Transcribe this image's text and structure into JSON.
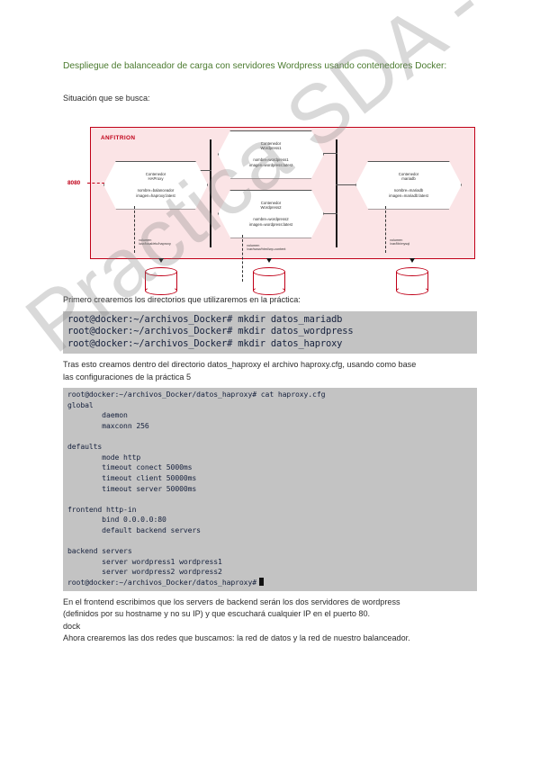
{
  "watermark": {
    "text": "Practica SDA - Wuolah"
  },
  "document": {
    "title": "Despliegue de balanceador de carga con servidores Wordpress usando contenedores Docker:",
    "intro_line": "Situación que se busca:",
    "para_before_mkdir": "Primero crearemos los directorios que utilizaremos en la práctica:",
    "para_after_mkdir_1": "Tras esto creamos dentro del directorio datos_haproxy el archivo haproxy.cfg, usando como base",
    "para_after_mkdir_2": "las configuraciones de la práctica 5",
    "para_end_1": "En el frontend escribimos que los servers de backend serán los dos servidores de wordpress",
    "para_end_2": "(definidos por su hostname y no su IP) y que escuchará cualquier IP en el puerto 80.",
    "para_end_3": "dock",
    "para_end_4": "Ahora crearemos las dos redes que buscamos: la red de datos y la red de nuestro balanceador."
  },
  "diagram": {
    "host_label": "ANFITRION",
    "port_label": "8080",
    "containers": [
      {
        "title_line1": "Contenedor",
        "title_line2": "HAProxy",
        "attr_name": "nombre=balanceador",
        "attr_image": "imagen=haproxy:latest"
      },
      {
        "title_line1": "Contenedor",
        "title_line2": "Wordpress1",
        "attr_name": "nombre=wordpress1",
        "attr_image": "imagen=wordpress:latest"
      },
      {
        "title_line1": "Contenedor",
        "title_line2": "Wordpress2",
        "attr_name": "nombre=wordpress2",
        "attr_image": "imagen=wordpress:latest"
      },
      {
        "title_line1": "Contenedor",
        "title_line2": "mariadb",
        "attr_name": "nombre=mariadb",
        "attr_image": "imagen=mariadb:latest"
      }
    ],
    "volumes": [
      {
        "note_line1": "volumen",
        "note_line2": "/usr/local/etc/haproxy"
      },
      {
        "note_line1": "volumen",
        "note_line2": "/var/www/html/wp-content"
      },
      {
        "note_line1": "volumen",
        "note_line2": "/var/lib/mysql"
      }
    ]
  },
  "terminal_mkdir": {
    "lines": [
      "root@docker:~/archivos_Docker# mkdir datos_mariadb",
      "root@docker:~/archivos_Docker# mkdir datos_wordpress",
      "root@docker:~/archivos_Docker# mkdir datos_haproxy"
    ]
  },
  "terminal_haproxy_cfg": {
    "command_line": "root@docker:~/archivos_Docker/datos_haproxy# cat haproxy.cfg",
    "config": "global\n        daemon\n        maxconn 256\n\ndefaults\n        mode http\n        timeout conect 5000ms\n        timeout client 50000ms\n        timeout server 50000ms\n\nfrontend http-in\n        bind 0.0.0.0:80\n        default backend servers\n\nbackend servers\n        server wordpress1 wordpress1\n        server wordpress2 wordpress2",
    "prompt_line": "root@docker:~/archivos_Docker/datos_haproxy#"
  }
}
